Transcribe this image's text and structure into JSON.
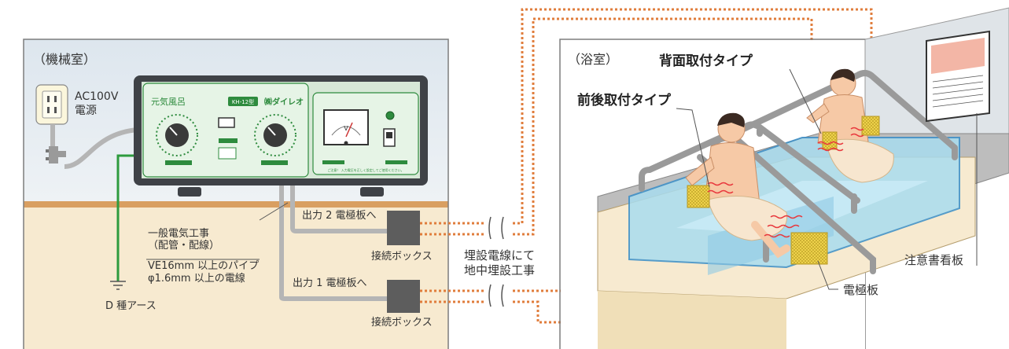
{
  "machine_room": {
    "title": "（機械室）",
    "outlet_label_1": "AC100V",
    "outlet_label_2": "電源",
    "device": {
      "brand": "元気風呂",
      "model": "KH-12型",
      "maker": "㈱ダイレオ",
      "meter_unit": "V",
      "caution": "ご注意！ 入力電圧を正しく設定してご使用ください。"
    },
    "earth_label": "D 種アース",
    "wiring_note": [
      "一般電気工事",
      "（配管・配線）",
      "VE16mm 以上のパイプ",
      "φ1.6mm 以上の電線"
    ],
    "output_2_label": "出力 2 電極板へ",
    "output_1_label": "出力 1 電極板へ",
    "junction_box_label": "接続ボックス"
  },
  "buried_cable_label": [
    "埋設電線にて",
    "地中埋設工事"
  ],
  "bathroom": {
    "title": "（浴室）",
    "rear_type_label": "背面取付タイプ",
    "front_back_type_label": "前後取付タイプ",
    "notice_board_label": "注意書看板",
    "electrode_label": "電極板"
  },
  "colors": {
    "machine_wall": "#e8eef3",
    "floor": "#f7ead0",
    "ground_strip": "#d99f61",
    "device_panel": "#e6f4e6",
    "device_accent": "#2e8b3e",
    "cable_dotted": "#e07d3c",
    "conduit": "#b5b5b5",
    "earth_wire": "#2e9b3e",
    "water": "#a9dcef",
    "skin": "#f6c9a6",
    "heat_wave": "#e8383d",
    "electrode": "#f2d64e"
  }
}
